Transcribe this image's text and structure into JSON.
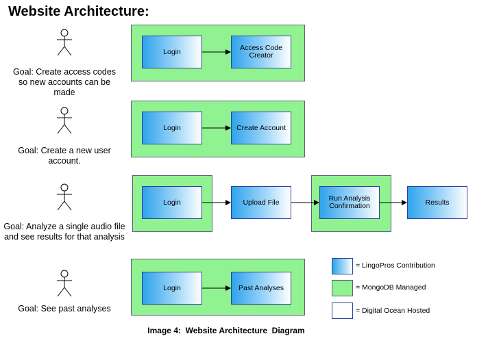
{
  "title": "Website Architecture:",
  "rows": [
    {
      "goal": "Goal: Create access codes so new accounts can be made",
      "nodes": [
        "Login",
        "Access Code Creator"
      ]
    },
    {
      "goal": "Goal: Create a new user account.",
      "nodes": [
        "Login",
        "Create Account"
      ]
    },
    {
      "goal": "Goal: Analyze a single audio file and see results for that analysis",
      "nodes": [
        "Login",
        "Upload File",
        "Run Analysis Confirmation",
        "Results"
      ]
    },
    {
      "goal": "Goal: See past analyses",
      "nodes": [
        "Login",
        "Past Analyses"
      ]
    }
  ],
  "legend": {
    "lingopros": "= LingoPros Contribution",
    "mongodb": "= MongoDB Managed",
    "digitalocean": "= Digital Ocean Hosted"
  },
  "caption": "Image 4:  Website Architecture  Diagram",
  "colors": {
    "mongodb_green": "#90f290",
    "lingopros_blue": "#2fa3ea",
    "digitalocean_border": "#2c3f9e"
  }
}
